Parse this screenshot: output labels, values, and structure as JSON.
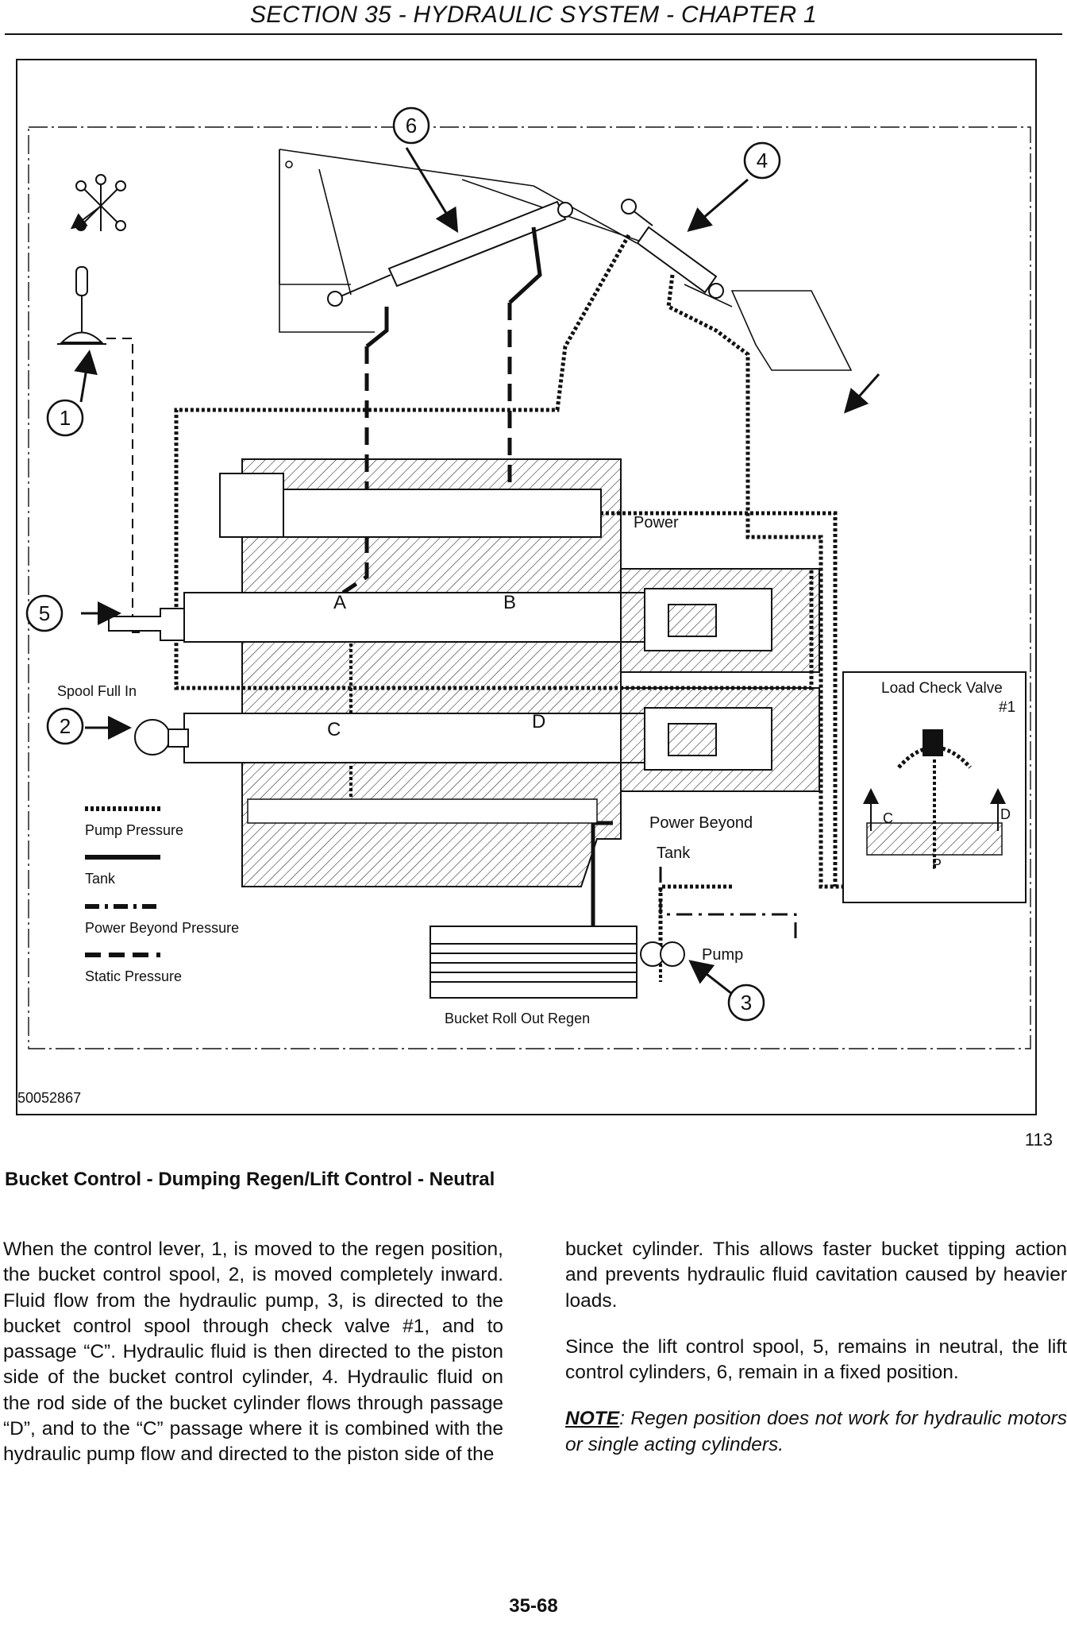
{
  "header": {
    "title": "SECTION 35 - HYDRAULIC SYSTEM - CHAPTER 1"
  },
  "figure": {
    "id": "50052867",
    "number": "113",
    "callouts": [
      "1",
      "2",
      "3",
      "4",
      "5",
      "6"
    ],
    "labels": {
      "power": "Power",
      "power_beyond": "Power Beyond",
      "tank": "Tank",
      "pump": "Pump",
      "spool_full_in": "Spool Full In",
      "load_check_valve": "Load Check Valve",
      "valve_number": "#1",
      "bucket_roll_out_regen": "Bucket Roll Out Regen",
      "passage_a": "A",
      "passage_b": "B",
      "passage_c": "C",
      "passage_d": "D",
      "inset_c": "C",
      "inset_d": "D",
      "inset_p": "P"
    },
    "legend": [
      {
        "label": "Pump Pressure",
        "style": "dotted"
      },
      {
        "label": "Tank",
        "style": "solid"
      },
      {
        "label": "Power Beyond Pressure",
        "style": "dash-dot"
      },
      {
        "label": "Static Pressure",
        "style": "dashed"
      }
    ]
  },
  "content": {
    "heading": "Bucket Control - Dumping Regen/Lift Control - Neutral",
    "paragraph1": "When the control lever, 1, is moved to the regen position, the bucket control spool, 2, is moved completely inward. Fluid flow from the hydraulic pump, 3, is directed to the bucket control spool through check valve #1, and to passage “C”. Hydraulic fluid is then directed to the piston side of the bucket control cylinder, 4. Hydraulic fluid on the rod side of the bucket cylinder flows through passage “D”, and to the “C” passage where it is combined with the hydraulic pump flow and directed to the piston side of the bucket cylinder. This allows faster bucket tipping action and prevents hydraulic fluid cavitation caused by heavier loads.",
    "paragraph2": "Since the lift control spool, 5, remains in neutral, the lift control cylinders, 6, remain in a fixed position.",
    "note_label": "NOTE",
    "note_text": ": Regen position does not work for hydraulic motors or single acting cylinders."
  },
  "footer": {
    "page_number": "35-68"
  }
}
